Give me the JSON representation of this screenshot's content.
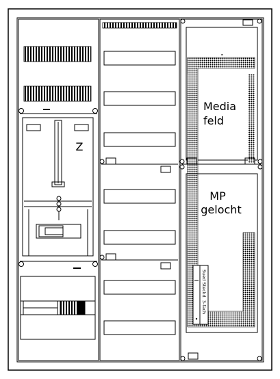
{
  "labels": {
    "meter": "Z",
    "media_line1": "Media",
    "media_line2": "feld",
    "mp_line1": "MP",
    "mp_line2": "gelocht",
    "socket": "Sued Steckd. 3-fach"
  },
  "colors": {
    "line": "#000000",
    "background": "#ffffff"
  }
}
